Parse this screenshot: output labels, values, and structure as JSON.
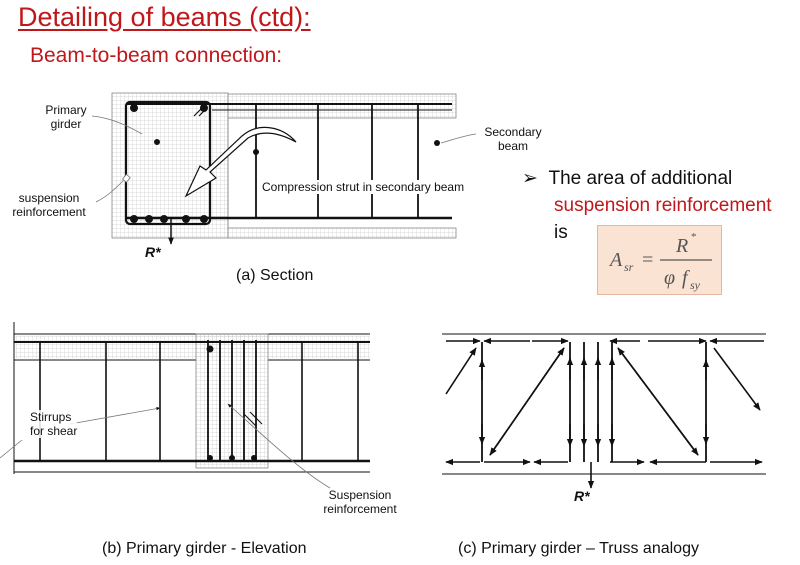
{
  "title": "Detailing of beams (ctd):",
  "subtitle": "Beam-to-beam connection:",
  "section": {
    "labels": {
      "primary_girder": [
        "Primary",
        "girder"
      ],
      "suspension": [
        "suspension",
        "reinforcement"
      ],
      "secondary_beam": [
        "Secondary",
        "beam"
      ],
      "strut": "Compression strut in secondary beam",
      "load": "R*"
    },
    "caption": "(a) Section"
  },
  "bullet": {
    "marker": "➢",
    "line1": "The area of additional",
    "line2": "suspension reinforcement",
    "line3": "is"
  },
  "formula": {
    "lhs": "A",
    "lhs_sub": "sr",
    "numerator": "R",
    "numerator_sup": "*",
    "denominator_phi": "φ",
    "denominator_f": "f",
    "denominator_sub": "sy"
  },
  "elevation": {
    "labels": {
      "stirrups": [
        "Stirrups",
        "for shear"
      ],
      "suspension": [
        "Suspension",
        "reinforcement"
      ]
    },
    "caption": "(b) Primary girder - Elevation"
  },
  "truss": {
    "load": "R*",
    "caption": "(c) Primary girder – Truss analogy"
  },
  "colors": {
    "accent_red": "#c0171b",
    "formula_bg": "#fbe3d4",
    "hatch": "#9a9a9a"
  }
}
